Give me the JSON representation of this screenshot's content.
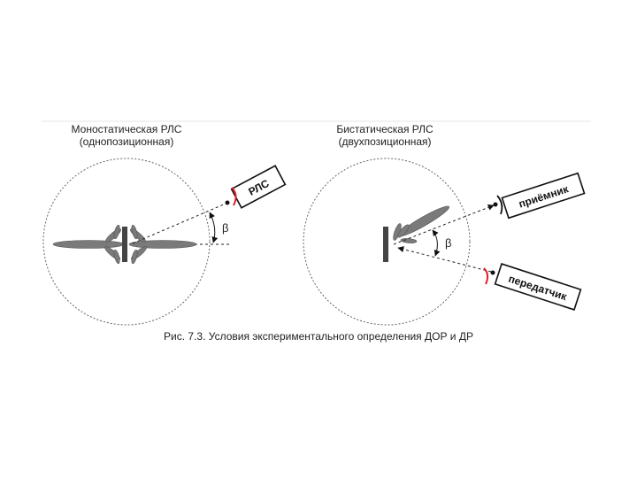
{
  "monostatic": {
    "title_line1": "Моностатическая РЛС",
    "title_line2": "(однопозиционная)",
    "radar_label": "РЛС",
    "angle_label": "β"
  },
  "bistatic": {
    "title_line1": "Бистатическая РЛС",
    "title_line2": "(двухпозиционная)",
    "receiver_label": "приёмник",
    "transmitter_label": "передатчик",
    "angle_label": "β"
  },
  "caption": "Рис. 7.3. Условия экспериментального определения ДОР и ДР",
  "colors": {
    "lobe_fill": "#7a7a7a",
    "target_bar": "#444444",
    "wave_arc": "#e0202a",
    "circle_stroke": "#666666",
    "rule": "#e6e6e6"
  }
}
